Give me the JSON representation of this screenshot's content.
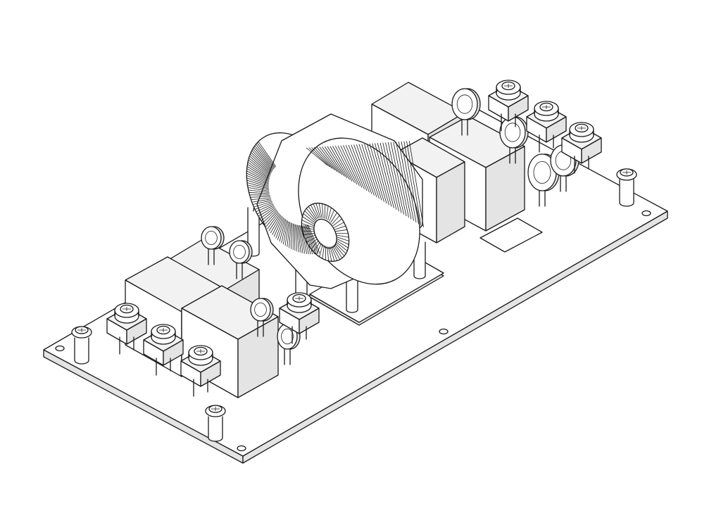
{
  "drawing": {
    "stroke_color": "#1a1a1a",
    "fill_color": "#ffffff",
    "shade_color": "#e4e4e4",
    "components": [
      "pcb-board",
      "toroidal-inductor",
      "relay-block",
      "screw-terminal",
      "capacitor",
      "mounting-screw"
    ]
  }
}
